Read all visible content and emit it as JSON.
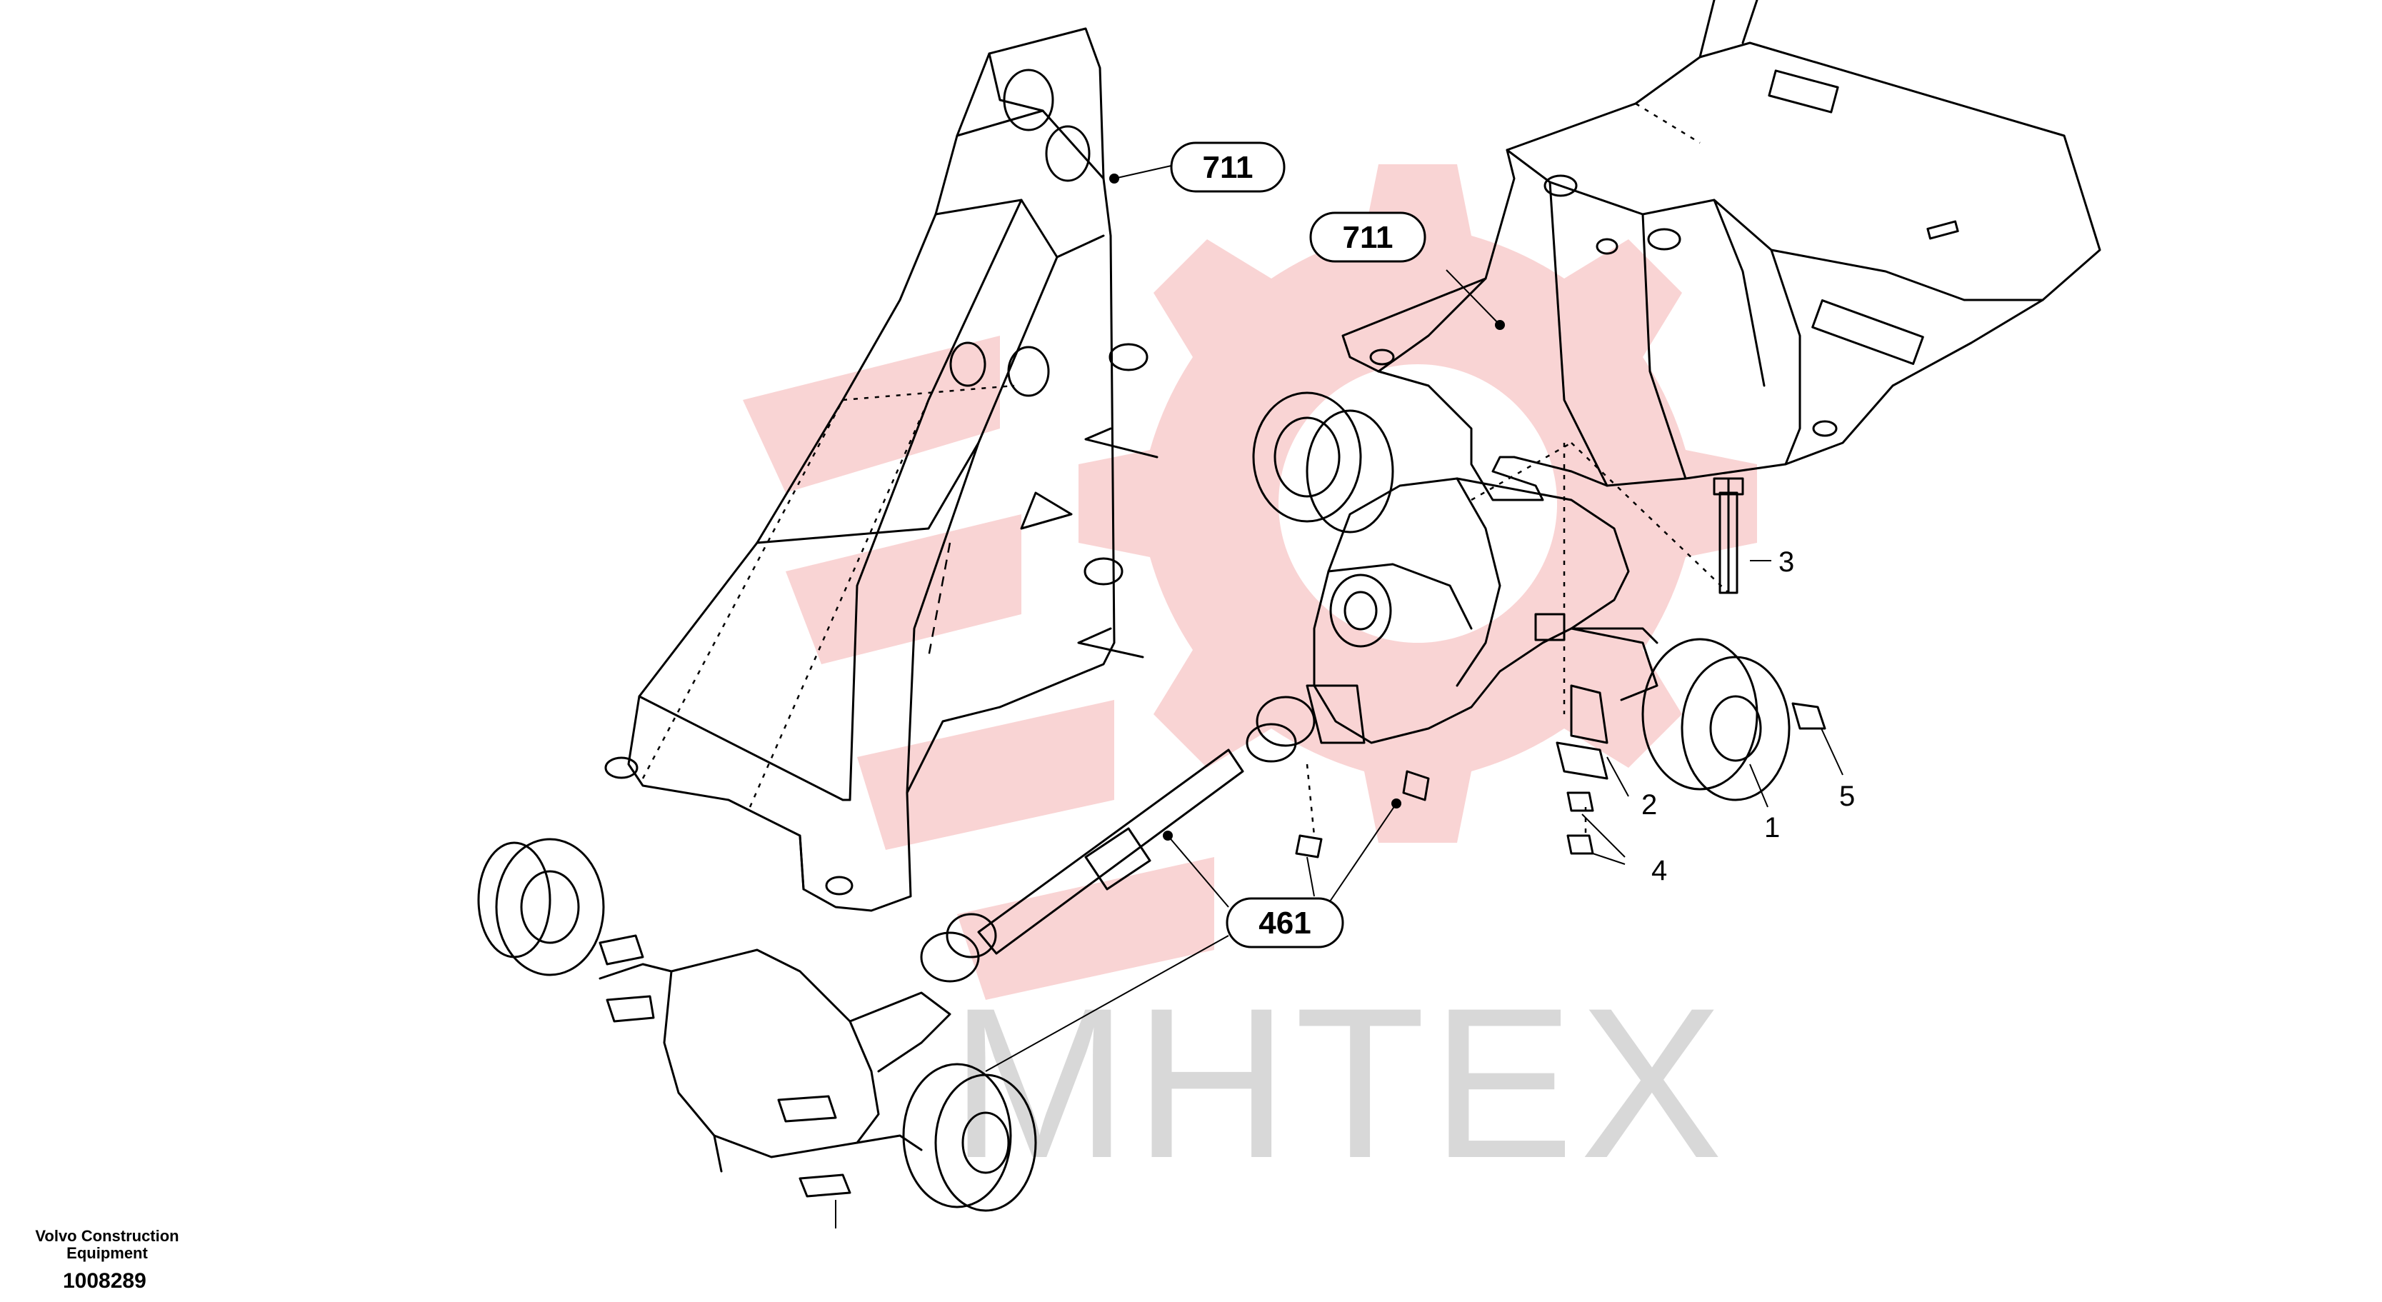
{
  "callouts": {
    "frame_left": "711",
    "frame_right": "711",
    "driveshaft": "461"
  },
  "parts": {
    "p1": "1",
    "p2": "2",
    "p3": "3",
    "p4": "4",
    "p5": "5"
  },
  "watermark": {
    "text": "MHTEX",
    "color": "#f7c6c6"
  },
  "footer": {
    "company_line1": "Volvo Construction",
    "company_line2": "Equipment",
    "drawing_number": "1008289"
  }
}
